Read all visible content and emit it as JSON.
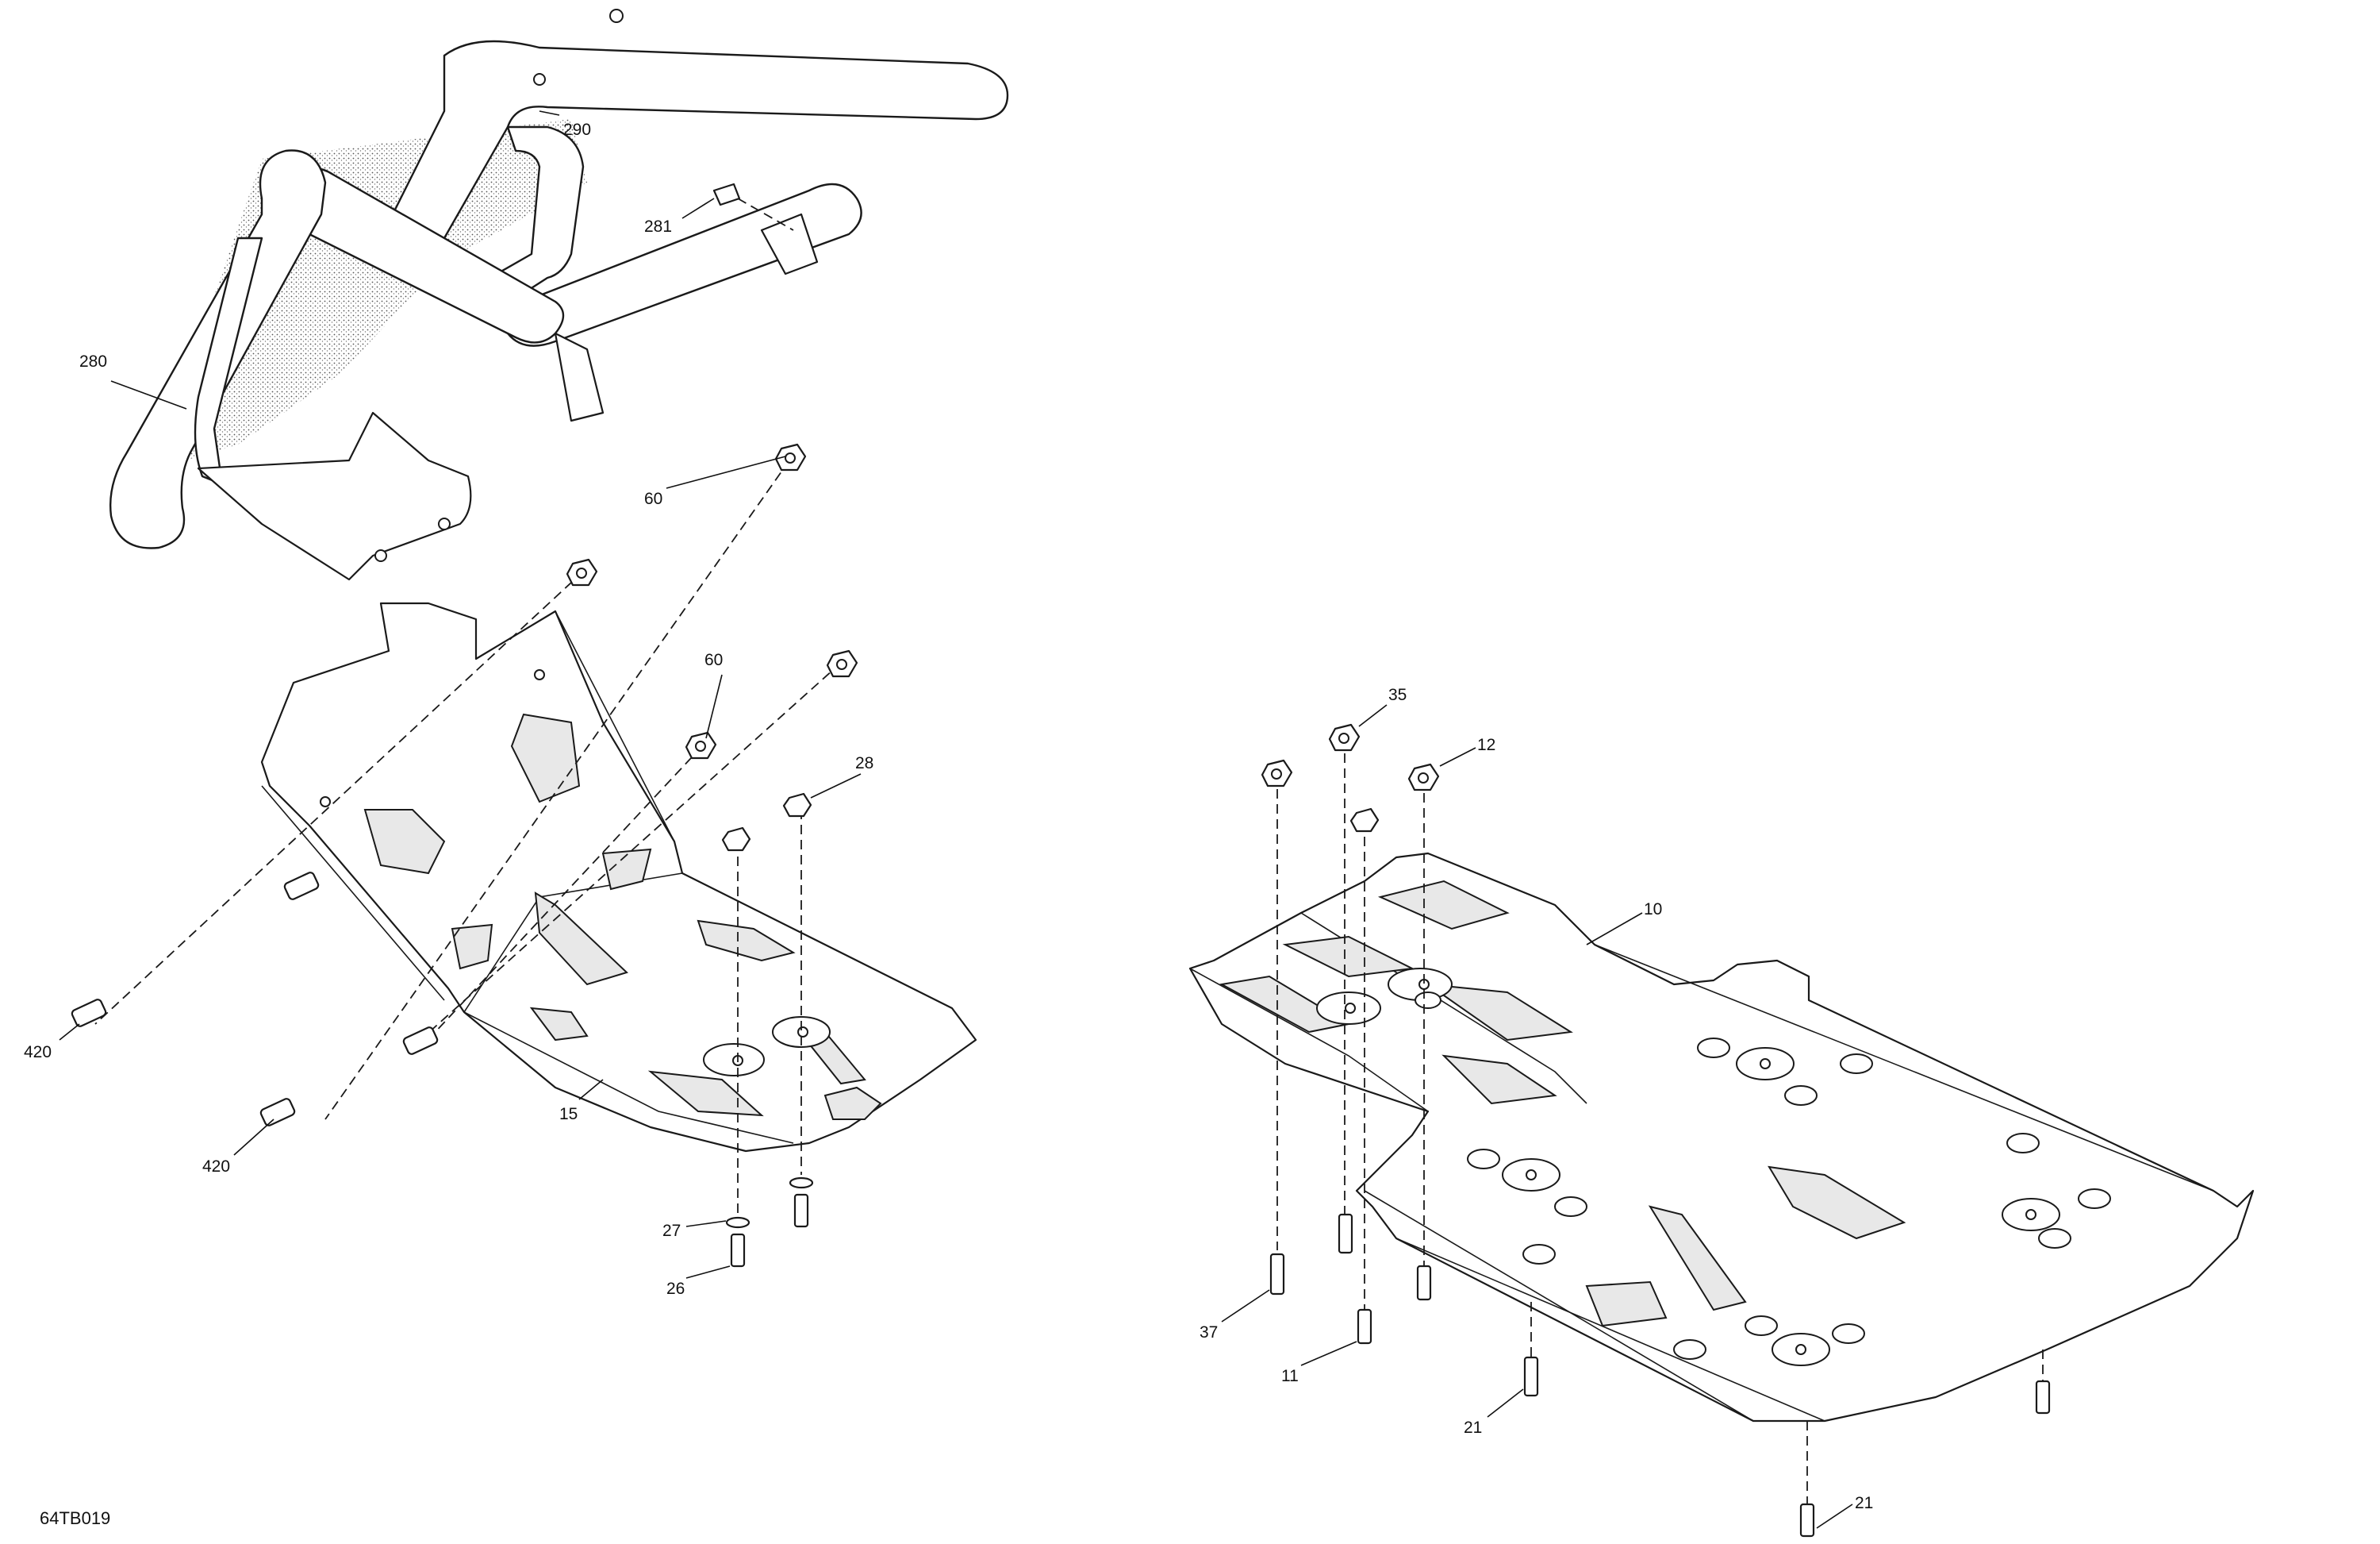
{
  "callouts": {
    "c280": "280",
    "c290": "290",
    "c281": "281",
    "c60a": "60",
    "c60b": "60",
    "c28": "28",
    "c420a": "420",
    "c420b": "420",
    "c15": "15",
    "c27": "27",
    "c26": "26",
    "c35": "35",
    "c12": "12",
    "c10": "10",
    "c37": "37",
    "c11": "11",
    "c21a": "21",
    "c21b": "21"
  },
  "figure_code": "64TB019",
  "colors": {
    "line": "#1a1a1a",
    "background": "#ffffff"
  }
}
